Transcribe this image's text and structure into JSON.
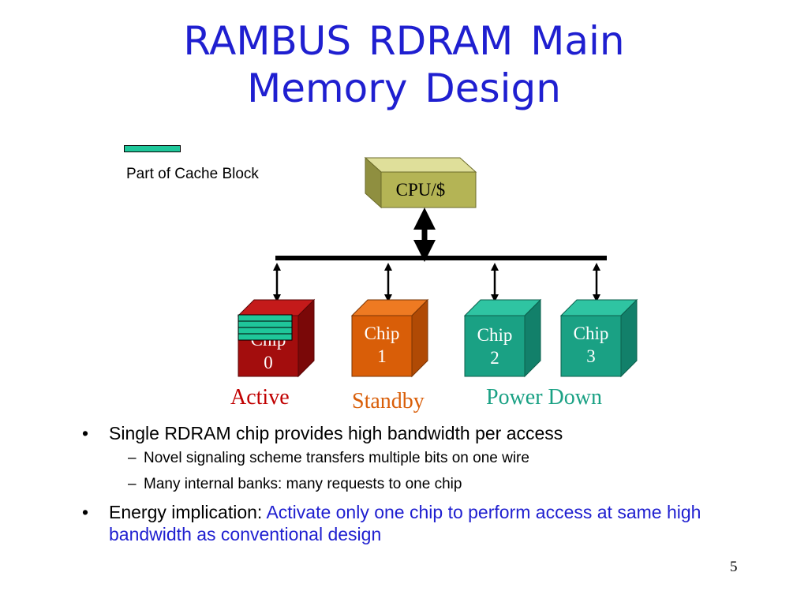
{
  "slide": {
    "title_line1": "RAMBUS  RDRAM  Main",
    "title_line2": "Memory Design",
    "legend_label": "Part of Cache Block",
    "cpu_label": "CPU/$",
    "chips": [
      {
        "line1": "Chip",
        "line2": "0",
        "color": "#a30d0d"
      },
      {
        "line1": "Chip",
        "line2": "1",
        "color": "#d95e08"
      },
      {
        "line1": "Chip",
        "line2": "2",
        "color": "#1aa184"
      },
      {
        "line1": "Chip",
        "line2": "3",
        "color": "#1aa184"
      }
    ],
    "states": {
      "active": {
        "text": "Active",
        "color": "#c00000"
      },
      "standby": {
        "text": "Standby",
        "color": "#d95e08"
      },
      "power_down": {
        "text": "Power Down",
        "color": "#1aa184"
      }
    },
    "bullets": [
      {
        "text": "Single RDRAM chip provides high bandwidth per access",
        "subs": [
          "Novel signaling scheme transfers multiple bits on one wire",
          "Many internal banks: many requests to one chip"
        ]
      },
      {
        "text": "Energy implication: ",
        "highlight": "Activate only one chip to perform access at same high bandwidth as conventional design"
      }
    ],
    "bullet_symbol": "•",
    "dash_symbol": "–",
    "page_number": "5"
  }
}
